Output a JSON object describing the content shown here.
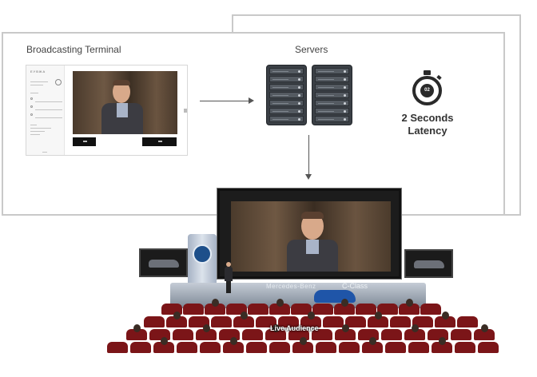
{
  "labels": {
    "broadcasting_terminal": "Broadcasting Terminal",
    "servers": "Servers",
    "latency": "2 Seconds Latency",
    "live_audience": "Live Audience"
  },
  "stopwatch": {
    "display": "02"
  },
  "terminal": {
    "logo": "ЕУВЖА"
  },
  "stage": {
    "brand_text": "Mercedes-Benz",
    "model_text": "C-Class"
  },
  "icons": [
    "stopwatch-icon",
    "server-rack-icon",
    "mercedes-star-icon"
  ],
  "colors": {
    "seat_red": "#7b1518",
    "server_dark": "#3a3f45",
    "stage_blue": "#1d4f8a"
  }
}
